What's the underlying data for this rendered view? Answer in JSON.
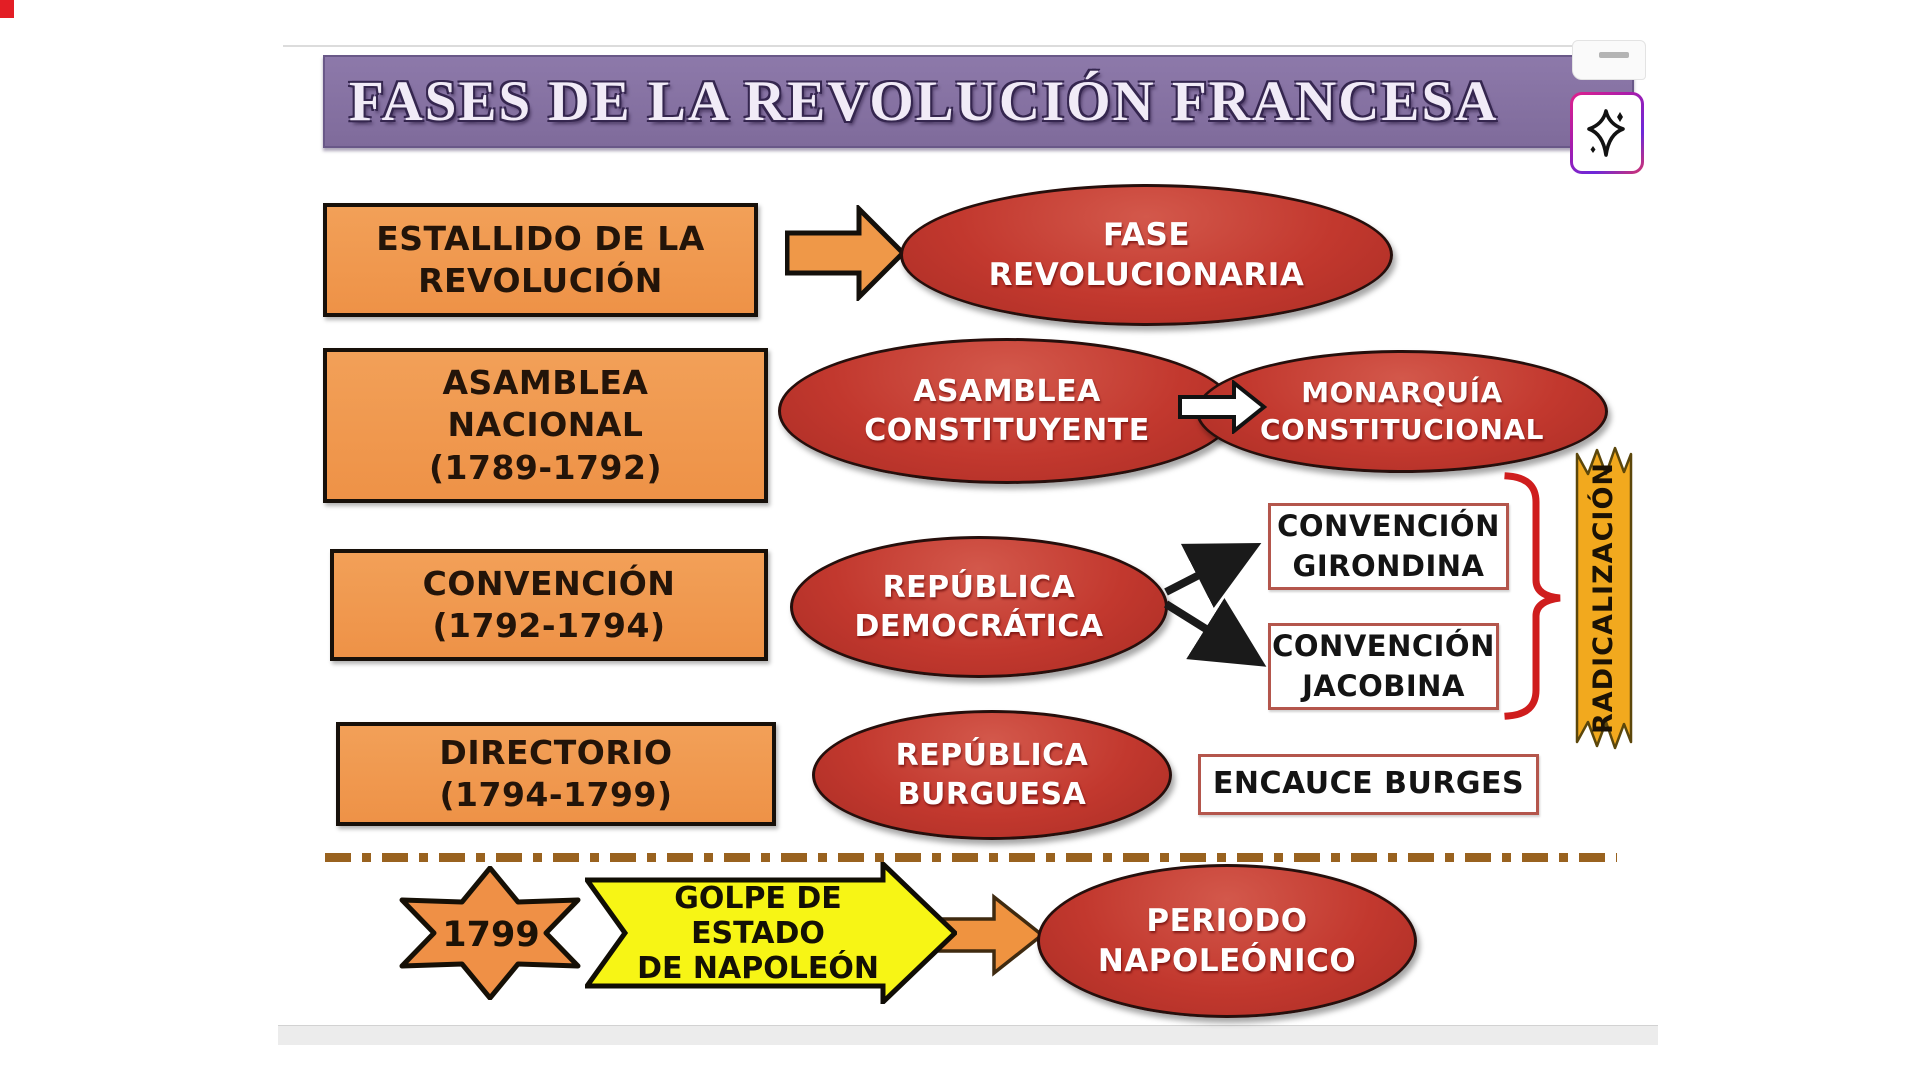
{
  "title": {
    "text": "FASES DE LA REVOLUCIÓN FRANCESA"
  },
  "rows": {
    "r1": {
      "box": [
        "ESTALLIDO DE LA",
        "REVOLUCIÓN"
      ],
      "ellipse": [
        "FASE",
        "REVOLUCIONARIA"
      ]
    },
    "r2": {
      "box": [
        "ASAMBLEA",
        "NACIONAL",
        "(1789-1792)"
      ],
      "ellipse_a": [
        "ASAMBLEA",
        "CONSTITUYENTE"
      ],
      "ellipse_b": [
        "MONARQUÍA",
        "CONSTITUCIONAL"
      ]
    },
    "r3": {
      "box": [
        "CONVENCIÓN",
        "(1792-1794)"
      ],
      "ellipse": [
        "REPÚBLICA",
        "DEMOCRÁTICA"
      ],
      "branch_a": [
        "CONVENCIÓN",
        "GIRONDINA"
      ],
      "branch_b": [
        "CONVENCIÓN",
        "JACOBINA"
      ],
      "ribbon": "RADICALIZACIÓN"
    },
    "r4": {
      "box": [
        "DIRECTORIO",
        "(1794-1799)"
      ],
      "ellipse": [
        "REPÚBLICA",
        "BURGUESA"
      ],
      "note": "ENCAUCE BURGES"
    }
  },
  "bottom": {
    "year": "1799",
    "arrow_label": [
      "GOLPE DE ESTADO",
      "DE NAPOLEÓN"
    ],
    "ellipse": [
      "PERIODO",
      "NAPOLEÓNICO"
    ]
  },
  "colors": {
    "orange": "#F0974F",
    "red_ellipse": "#BE3A30",
    "purple_banner": "#8672A3",
    "gold_ribbon": "#F2A91E",
    "yellow_arrow": "#F7F515",
    "brace_red": "#CC1F1F",
    "dash_brown": "#99621F"
  }
}
